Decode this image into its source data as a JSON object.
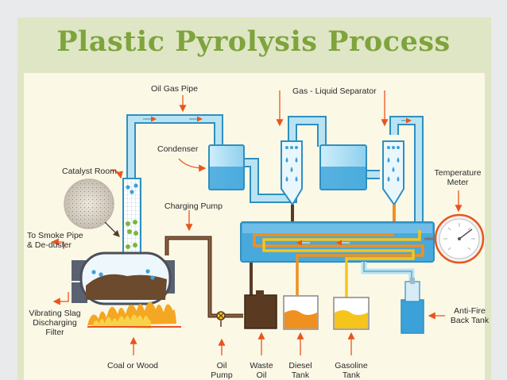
{
  "title": "Plastic Pyrolysis Process",
  "labels": {
    "oil_gas_pipe": "Oil Gas Pipe",
    "gas_liquid_separator": "Gas - Liquid Separator",
    "condenser": "Condenser",
    "catalyst_room": "Catalyst Room",
    "charging_pump": "Charging Pump",
    "temperature_meter_1": "Temperature",
    "temperature_meter_2": "Meter",
    "smoke_pipe_1": "To Smoke Pipe",
    "smoke_pipe_2": "& De-duster",
    "slag_1": "Vibrating Slag",
    "slag_2": "Discharging",
    "slag_3": "Filter",
    "anti_fire_1": "Anti-Fire",
    "anti_fire_2": "Back Tank",
    "coal_or_wood": "Coal or Wood",
    "oil_pump_1": "Oil",
    "oil_pump_2": "Pump",
    "waste_oil_1": "Waste",
    "waste_oil_2": "Oil",
    "diesel_tank_1": "Diesel",
    "diesel_tank_2": "Tank",
    "gasoline_tank_1": "Gasoline",
    "gasoline_tank_2": "Tank"
  },
  "colors": {
    "title": "#7ea43b",
    "panel": "#fbf8e6",
    "frame": "#dfe6c6",
    "pipe": "#b9e3f2",
    "pipe_border": "#2f8fc0",
    "water": "#3aa2d9",
    "sludge": "#6b4a2e",
    "diesel": "#f0901e",
    "gasoline": "#f5c51c",
    "arrow": "#e9541e"
  }
}
